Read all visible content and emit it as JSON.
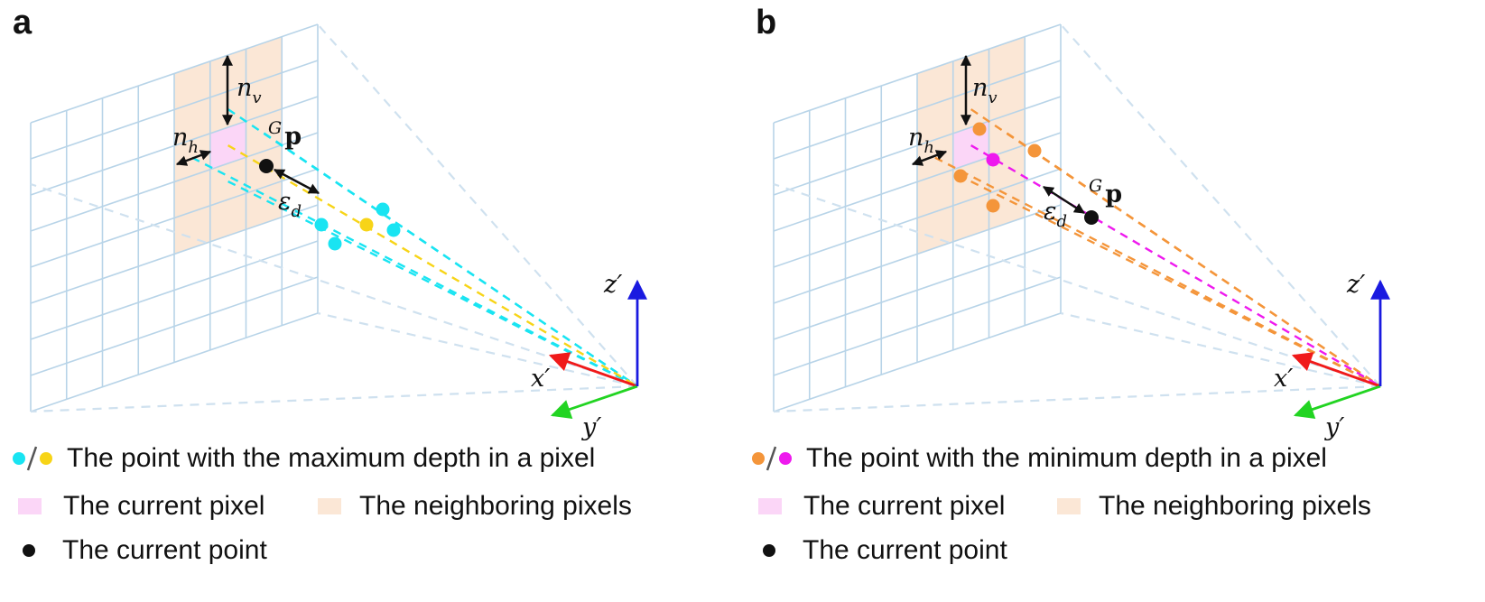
{
  "panels": [
    {
      "letter": "a",
      "mode": "max",
      "labels": {
        "n_v": "n",
        "n_v_sub": "v",
        "n_h": "n",
        "n_h_sub": "h",
        "eps": "ε",
        "eps_sub": "d",
        "p_sup": "G",
        "p": "p",
        "x": "x′",
        "y": "y′",
        "z": "z′"
      },
      "legend": {
        "point_label": "The point with the maximum depth in a pixel",
        "current_pixel": "The current pixel",
        "neighboring_pixels": "The neighboring pixels",
        "current_point": "The current point"
      },
      "colors": {
        "primary": "#19e4f2",
        "secondary": "#f7d417"
      }
    },
    {
      "letter": "b",
      "mode": "min",
      "labels": {
        "n_v": "n",
        "n_v_sub": "v",
        "n_h": "n",
        "n_h_sub": "h",
        "eps": "ε",
        "eps_sub": "d",
        "p_sup": "G",
        "p": "p",
        "x": "x′",
        "y": "y′",
        "z": "z′"
      },
      "legend": {
        "point_label": "The point with the minimum depth in a pixel",
        "current_pixel": "The current pixel",
        "neighboring_pixels": "The neighboring pixels",
        "current_point": "The current point"
      },
      "colors": {
        "primary": "#f4953a",
        "secondary": "#ee19ee"
      }
    }
  ],
  "colors": {
    "grid": "#b8d4e8",
    "current_pixel": "#fbd6f7",
    "neighbor_pixels": "#fbe7d6",
    "point": "#111111",
    "axis_x": "#f01a1a",
    "axis_y": "#22d422",
    "axis_z": "#1a1ae0"
  }
}
